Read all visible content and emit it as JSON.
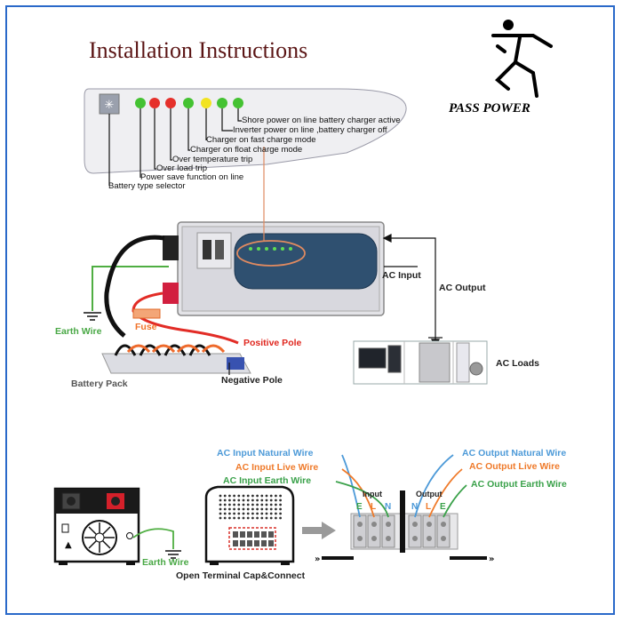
{
  "title": "Installation Instructions",
  "brand": "PASS POWER",
  "colors": {
    "frame": "#2a69c9",
    "title": "#5a1414",
    "green": "#49a845",
    "orange": "#f0732a",
    "red": "#e0271f",
    "blue": "#4d9ad8"
  },
  "led_panel": {
    "leds": [
      "blue",
      "green",
      "red",
      "red",
      "green",
      "yellow",
      "green",
      "green"
    ],
    "labels": [
      "Shore power on line battery charger active",
      "Inverter power on line ,battery charger off",
      "Charger on fast charge mode",
      "Charger on float charge mode",
      "Over temperature trip",
      "Over load trip",
      "Power save function on line",
      "Battery type selector"
    ]
  },
  "labels": {
    "ac_input": "AC Input",
    "ac_output": "AC Output",
    "ac_loads": "AC Loads",
    "earth_wire": "Earth Wire",
    "fuse": "Fuse",
    "positive_pole": "Positive Pole",
    "negative_pole": "Negative Pole",
    "battery_pack": "Battery Pack"
  },
  "wiring": {
    "input_natural": "AC Input Natural Wire",
    "input_live": "AC Input Live Wire",
    "input_earth": "AC Input Earth Wire",
    "output_natural": "AC Output Natural Wire",
    "output_live": "AC Output Live Wire",
    "output_earth": "AC Output Earth Wire",
    "input": "Input",
    "output": "Output",
    "terminals": [
      "E",
      "L",
      "N",
      "N",
      "L",
      "E"
    ],
    "earth_wire": "Earth Wire",
    "open_terminal": "Open Terminal Cap&Connect"
  }
}
